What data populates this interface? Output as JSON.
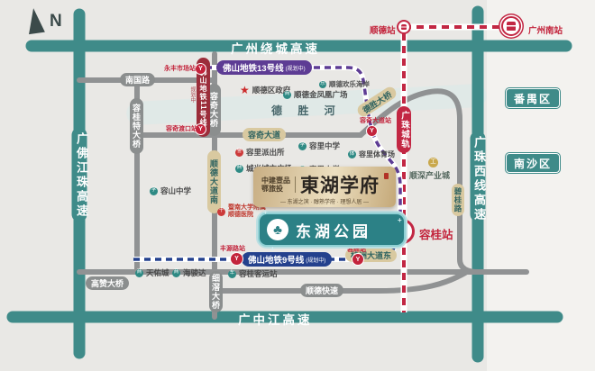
{
  "compass": {
    "north": "N"
  },
  "highways": {
    "raocheng": "广州绕城高速",
    "guangfojiangzhu": "广佛江珠高速",
    "guangzhuxixian": "广珠西线高速",
    "guangzhongjiang": "广中江高速"
  },
  "districts": {
    "panyu": "番禺区",
    "nansha": "南沙区"
  },
  "river": {
    "name": "德 胜 河"
  },
  "roads": {
    "nanguo": "南国路",
    "ronggui_te_bridge": "容桂特大桥",
    "rongqi_bridge": "容奇大桥",
    "shunde_dadao_nan": "顺德大道南",
    "xijiao_bridge": "细滘大桥",
    "gaozan_bridge": "高赞大桥",
    "rongqi_dadao": "容奇大道",
    "desheng_bridge": "德胜大桥",
    "guizhou_dadao_dong": "桂洲大道东",
    "shunde_kuaisu": "顺德快速",
    "bigui_road": "碧桂路"
  },
  "transit": {
    "line13": {
      "label": "佛山地铁13号线",
      "suffix": "(规划中)"
    },
    "line9": {
      "label": "佛山地铁9号线",
      "suffix": "(规划中)"
    },
    "line11": {
      "label": "佛山地铁11号线",
      "suffix": "规划中"
    },
    "icr": {
      "label": "广珠城轨"
    }
  },
  "stations": {
    "shunde": "顺德站",
    "guangzhounan": "广州南站",
    "ronggui": "容桂站",
    "yongfeng": "永丰市场站",
    "rongqidukou": "容奇渡口站",
    "rongqidadao": "容奇大道站",
    "fengyuanlu": "丰源路站",
    "ronghui": "容辉站"
  },
  "pois": [
    {
      "label": "顺德区政府",
      "icon": "★"
    },
    {
      "label": "顺德金凤凰广场",
      "icon": "商"
    },
    {
      "label": "顺德欢乐海岸",
      "icon": "乐"
    },
    {
      "label": "容里派出所",
      "icon": "警"
    },
    {
      "label": "城光城市广场",
      "icon": "商"
    },
    {
      "label": "容里中学",
      "icon": "学"
    },
    {
      "label": "容里小学",
      "icon": "学"
    },
    {
      "label": "容里体育场",
      "icon": "体"
    },
    {
      "label": "容山中学",
      "icon": "学"
    },
    {
      "label_line1": "暨南大学附属",
      "label_line2": "顺德医院",
      "icon": "十"
    },
    {
      "label": "顺深产业城",
      "icon": "工"
    },
    {
      "label": "天佑城",
      "icon": "商"
    },
    {
      "label": "海骏达",
      "icon": "商"
    },
    {
      "label": "容桂客运站",
      "icon": "车"
    }
  ],
  "park": {
    "name": "东湖公园",
    "icon": "♣"
  },
  "property": {
    "brand_line1": "中建壹品",
    "brand_line2": "鄂旅投",
    "name": "東湖学府",
    "tagline": "— 东湖之滨 · 醇熟学府 · 理想人居 —"
  },
  "colors": {
    "highway_teal": "#3f8b89",
    "road_gray": "#909293",
    "metro13_purple": "#5d3c94",
    "metro9_blue": "#24418d",
    "metro11_maroon": "#9b2d3a",
    "icr_red": "#c22743",
    "station_red": "#c3243c",
    "pill_tan": "#d9c9a0",
    "park_teal": "#2c8186",
    "plaque_gold": "#e0cfa8"
  }
}
